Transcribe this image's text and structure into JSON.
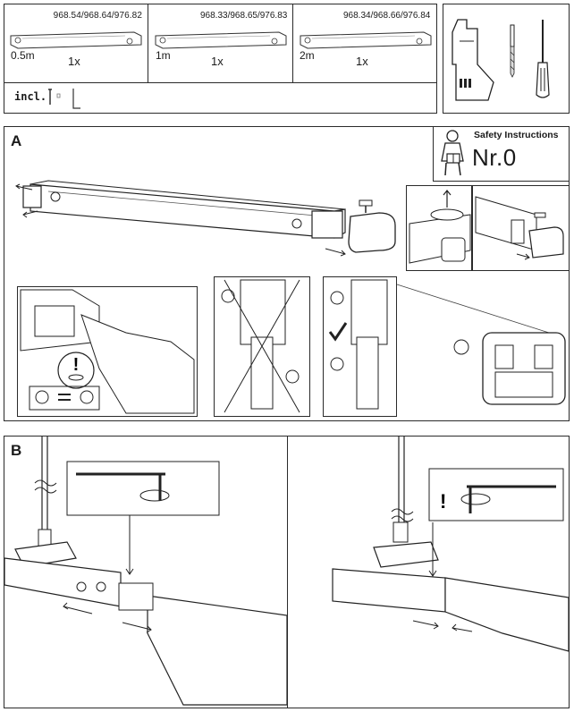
{
  "top_parts": [
    {
      "codes": "968.54/968.64/976.82",
      "length": "0.5m",
      "qty": "1x"
    },
    {
      "codes": "968.33/968.65/976.83",
      "length": "1m",
      "qty": "1x"
    },
    {
      "codes": "968.34/968.66/976.84",
      "length": "2m",
      "qty": "1x"
    }
  ],
  "included": {
    "label": "incl."
  },
  "tools_icons": [
    "drill-icon",
    "drill-bit-icon",
    "screwdriver-icon"
  ],
  "section_a": {
    "letter": "A",
    "safety": {
      "title": "Safety Instructions",
      "number": "Nr.0"
    }
  },
  "section_b": {
    "letter": "B"
  }
}
